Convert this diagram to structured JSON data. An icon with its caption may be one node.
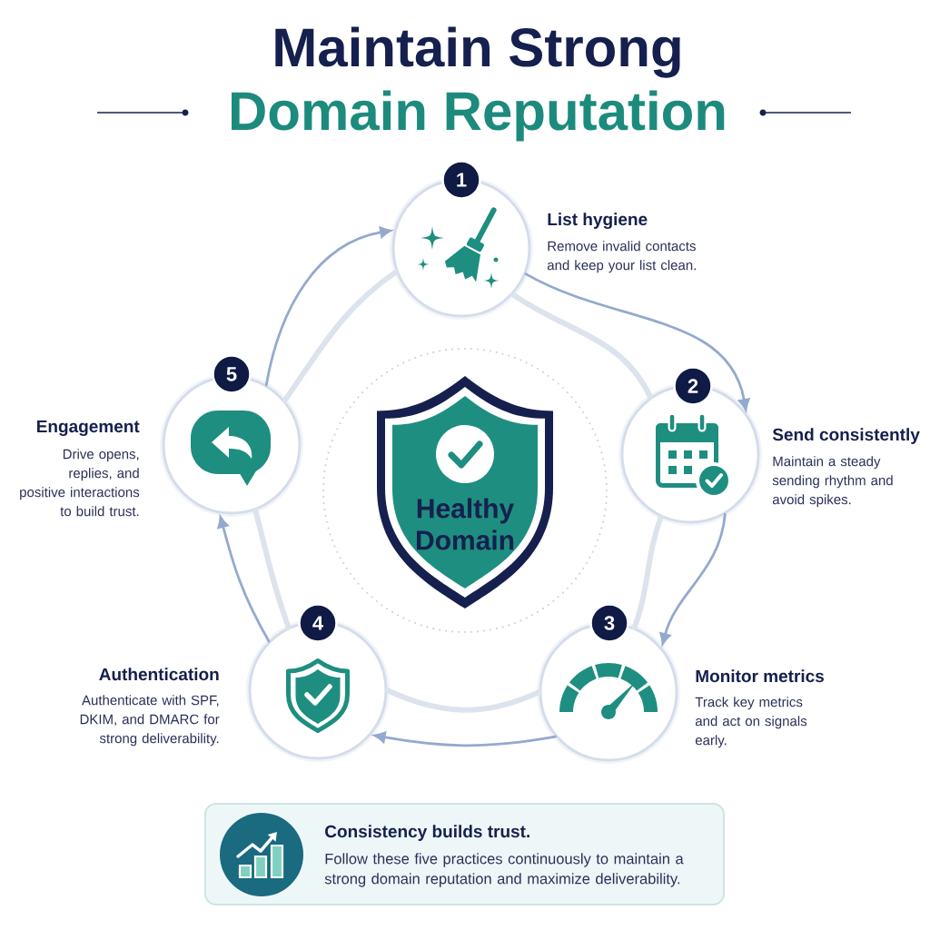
{
  "diagram": {
    "title": "Maintain Strong Domain Reputation",
    "nodes": [
      {
        "text": [
          "List hygiene",
          "Remove invalid contacts and keep your list clean."
        ]
      },
      {
        "text": [
          "1"
        ]
      },
      {
        "text": [
          "Send consistently",
          "Maintain a steady sending rhythm and avoid spikes."
        ]
      },
      {
        "text": [
          "2"
        ]
      },
      {
        "text": [
          "Monitor metrics",
          "Track key metrics and act on signals early."
        ]
      },
      {
        "text": [
          "3"
        ]
      },
      {
        "text": [
          "Authentication",
          "Authenticate with SPF, DKIM, and DMARC for strong deliverability."
        ]
      },
      {
        "text": [
          "4"
        ]
      },
      {
        "text": [
          "Engagement",
          "Drive opens, replies, and positive interactions to build trust."
        ]
      },
      {
        "text": [
          "5"
        ]
      },
      {
        "text": [
          "Healthy Domain"
        ]
      },
      {
        "text": [
          "Consistency builds trust.",
          "Follow these five practices continuously to maintain a strong domain reputation and maximize deliverability."
        ]
      }
    ],
    "edges": [
      {
        "from": 0,
        "to": 2,
        "arrow": "to"
      },
      {
        "from": 2,
        "to": 4,
        "arrow": "to"
      },
      {
        "from": 4,
        "to": 6,
        "arrow": "to"
      },
      {
        "from": 6,
        "to": 8,
        "arrow": "to"
      },
      {
        "from": 8,
        "to": 0,
        "arrow": "to"
      },
      {
        "from": 0,
        "to": 2,
        "arrow": "none",
        "style": "thick",
        "color": "#dde3ed"
      },
      {
        "from": 2,
        "to": 4,
        "arrow": "none",
        "style": "thick",
        "color": "#dde3ed"
      },
      {
        "from": 4,
        "to": 6,
        "arrow": "none",
        "style": "thick",
        "color": "#dde3ed"
      },
      {
        "from": 6,
        "to": 8,
        "arrow": "none",
        "style": "thick",
        "color": "#dde3ed"
      },
      {
        "from": 8,
        "to": 0,
        "arrow": "none",
        "style": "thick",
        "color": "#dde3ed"
      }
    ]
  }
}
